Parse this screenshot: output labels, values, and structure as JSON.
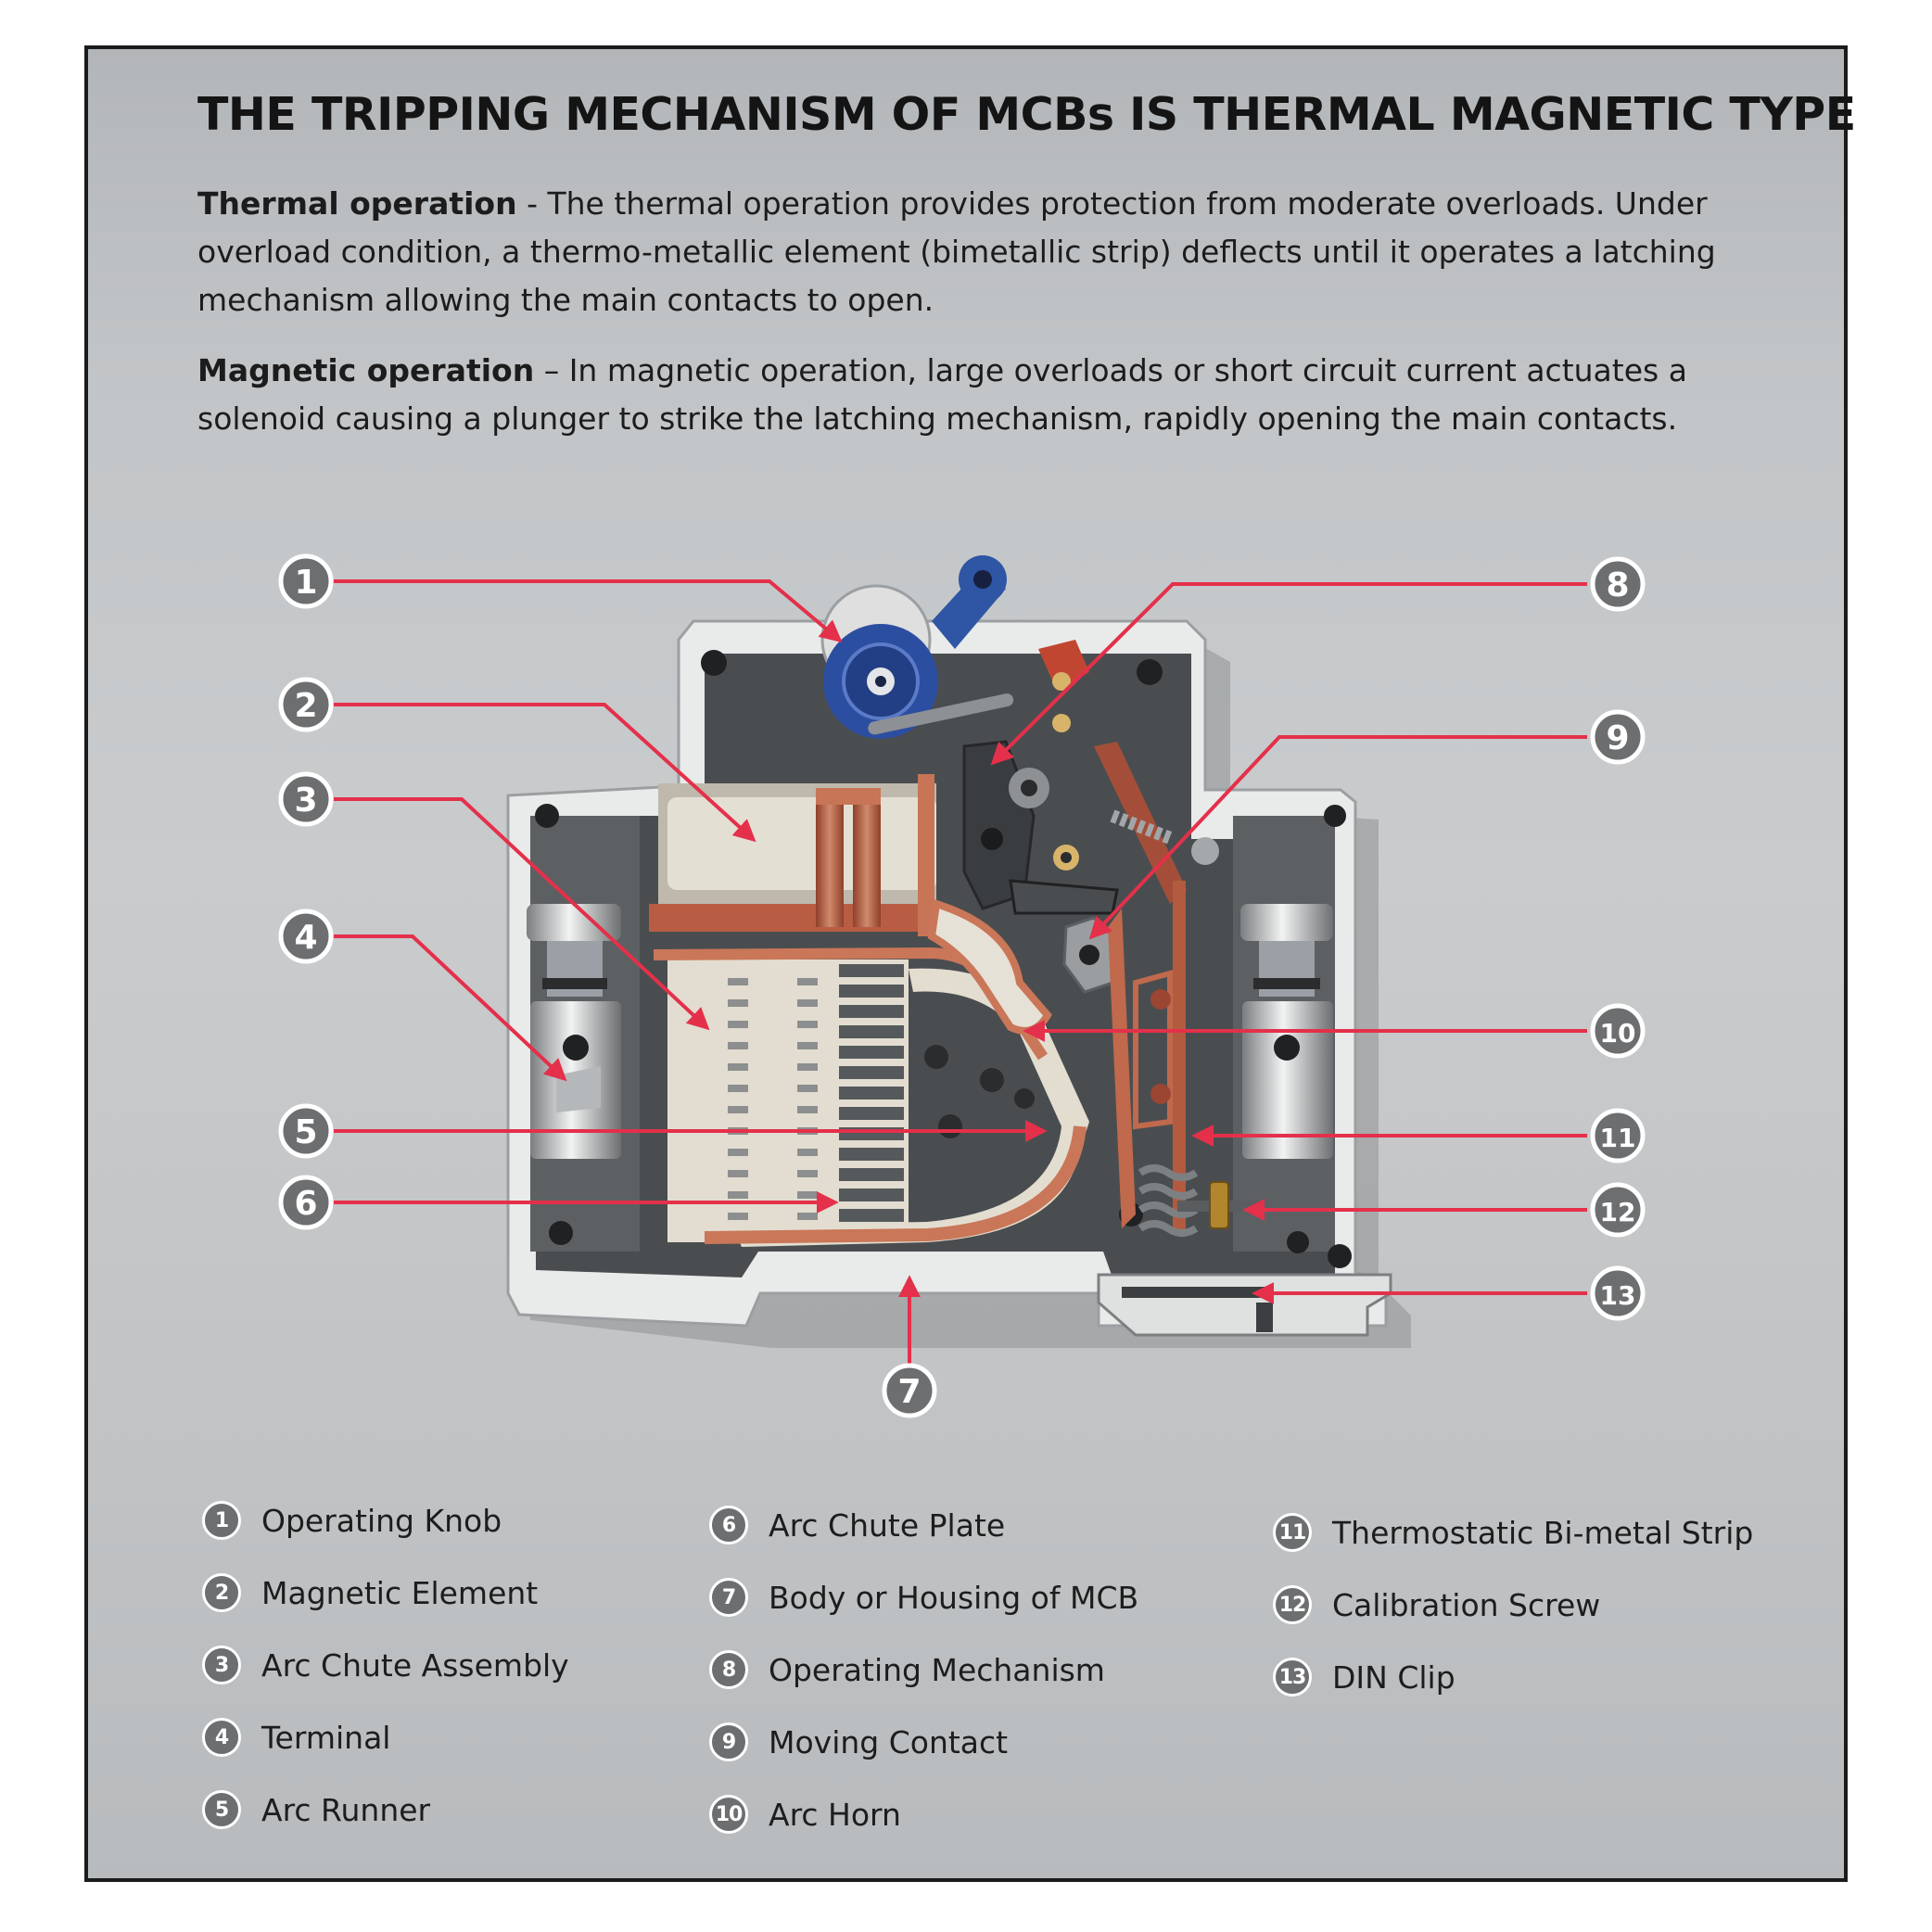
{
  "title": "THE TRIPPING MECHANISM OF MCBs IS THERMAL MAGNETIC TYPE",
  "thermal": {
    "heading": "Thermal operation",
    "text": " - The thermal operation provides protection from moderate overloads. Under overload condition, a thermo-metallic element (bimetallic strip) deflects until it operates a latching mechanism allowing the main contacts to open."
  },
  "magnetic": {
    "heading": "Magnetic operation",
    "text": " – In magnetic operation, large overloads or short circuit current actuates a solenoid causing a plunger to strike the latching mechanism, rapidly opening the main contacts."
  },
  "callouts": [
    "1",
    "2",
    "3",
    "4",
    "5",
    "6",
    "7",
    "8",
    "9",
    "10",
    "11",
    "12",
    "13"
  ],
  "legend": [
    {
      "num": "1",
      "label": "Operating Knob"
    },
    {
      "num": "2",
      "label": "Magnetic Element"
    },
    {
      "num": "3",
      "label": "Arc Chute Assembly"
    },
    {
      "num": "4",
      "label": "Terminal"
    },
    {
      "num": "5",
      "label": "Arc Runner"
    },
    {
      "num": "6",
      "label": "Arc Chute Plate"
    },
    {
      "num": "7",
      "label": "Body or Housing of MCB"
    },
    {
      "num": "8",
      "label": "Operating Mechanism"
    },
    {
      "num": "9",
      "label": "Moving Contact"
    },
    {
      "num": "10",
      "label": "Arc Horn"
    },
    {
      "num": "11",
      "label": "Thermostatic Bi-metal Strip"
    },
    {
      "num": "12",
      "label": "Calibration Screw"
    },
    {
      "num": "13",
      "label": "DIN Clip"
    }
  ],
  "colors": {
    "leader": "#e4304a",
    "badge": "#6d6e70",
    "copper": "#c0694c",
    "knob": "#2c4ea0",
    "housing": "#e9ebea",
    "panel": "#c4c6c8"
  }
}
